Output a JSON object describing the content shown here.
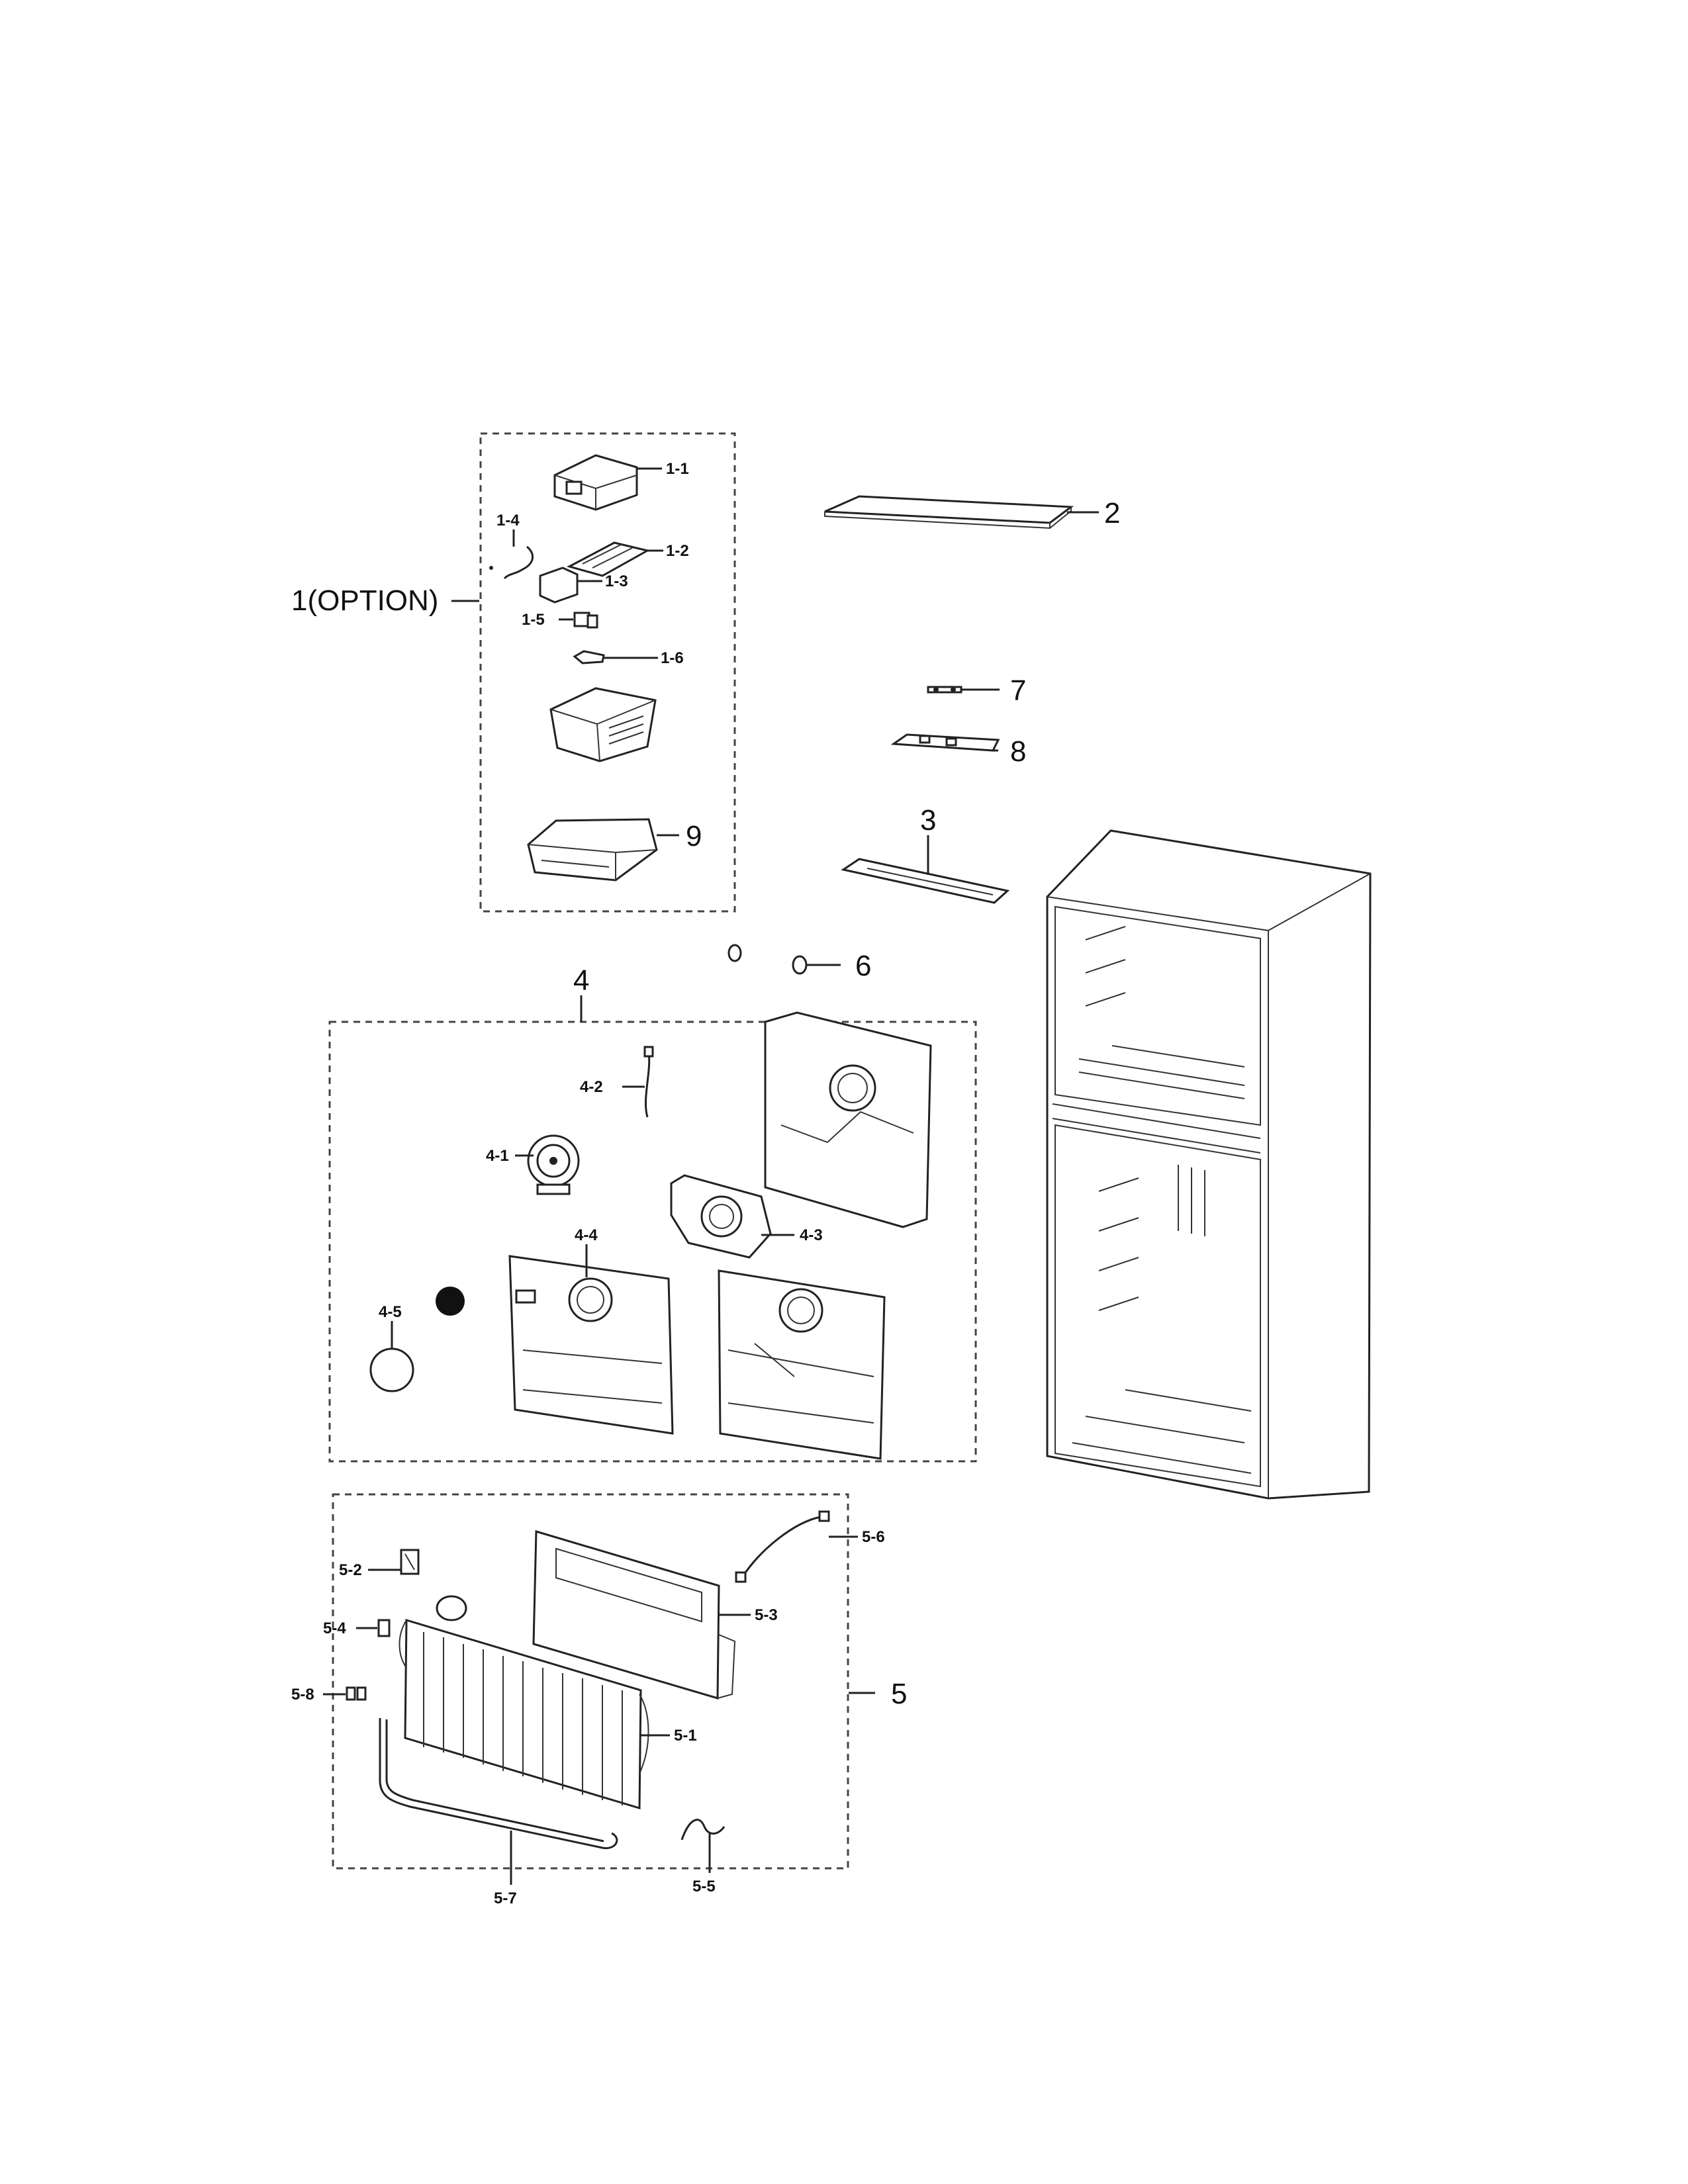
{
  "labels": {
    "opt": "1(OPTION)",
    "p1_1": "1-1",
    "p1_2": "1-2",
    "p1_3": "1-3",
    "p1_4": "1-4",
    "p1_5": "1-5",
    "p1_6": "1-6",
    "p2": "2",
    "p3": "3",
    "p4": "4",
    "p4_1": "4-1",
    "p4_2": "4-2",
    "p4_3": "4-3",
    "p4_4": "4-4",
    "p4_5": "4-5",
    "p5": "5",
    "p5_1": "5-1",
    "p5_2": "5-2",
    "p5_3": "5-3",
    "p5_4": "5-4",
    "p5_5": "5-5",
    "p5_6": "5-6",
    "p5_7": "5-7",
    "p5_8": "5-8",
    "p6": "6",
    "p7": "7",
    "p8": "8",
    "p9": "9"
  }
}
